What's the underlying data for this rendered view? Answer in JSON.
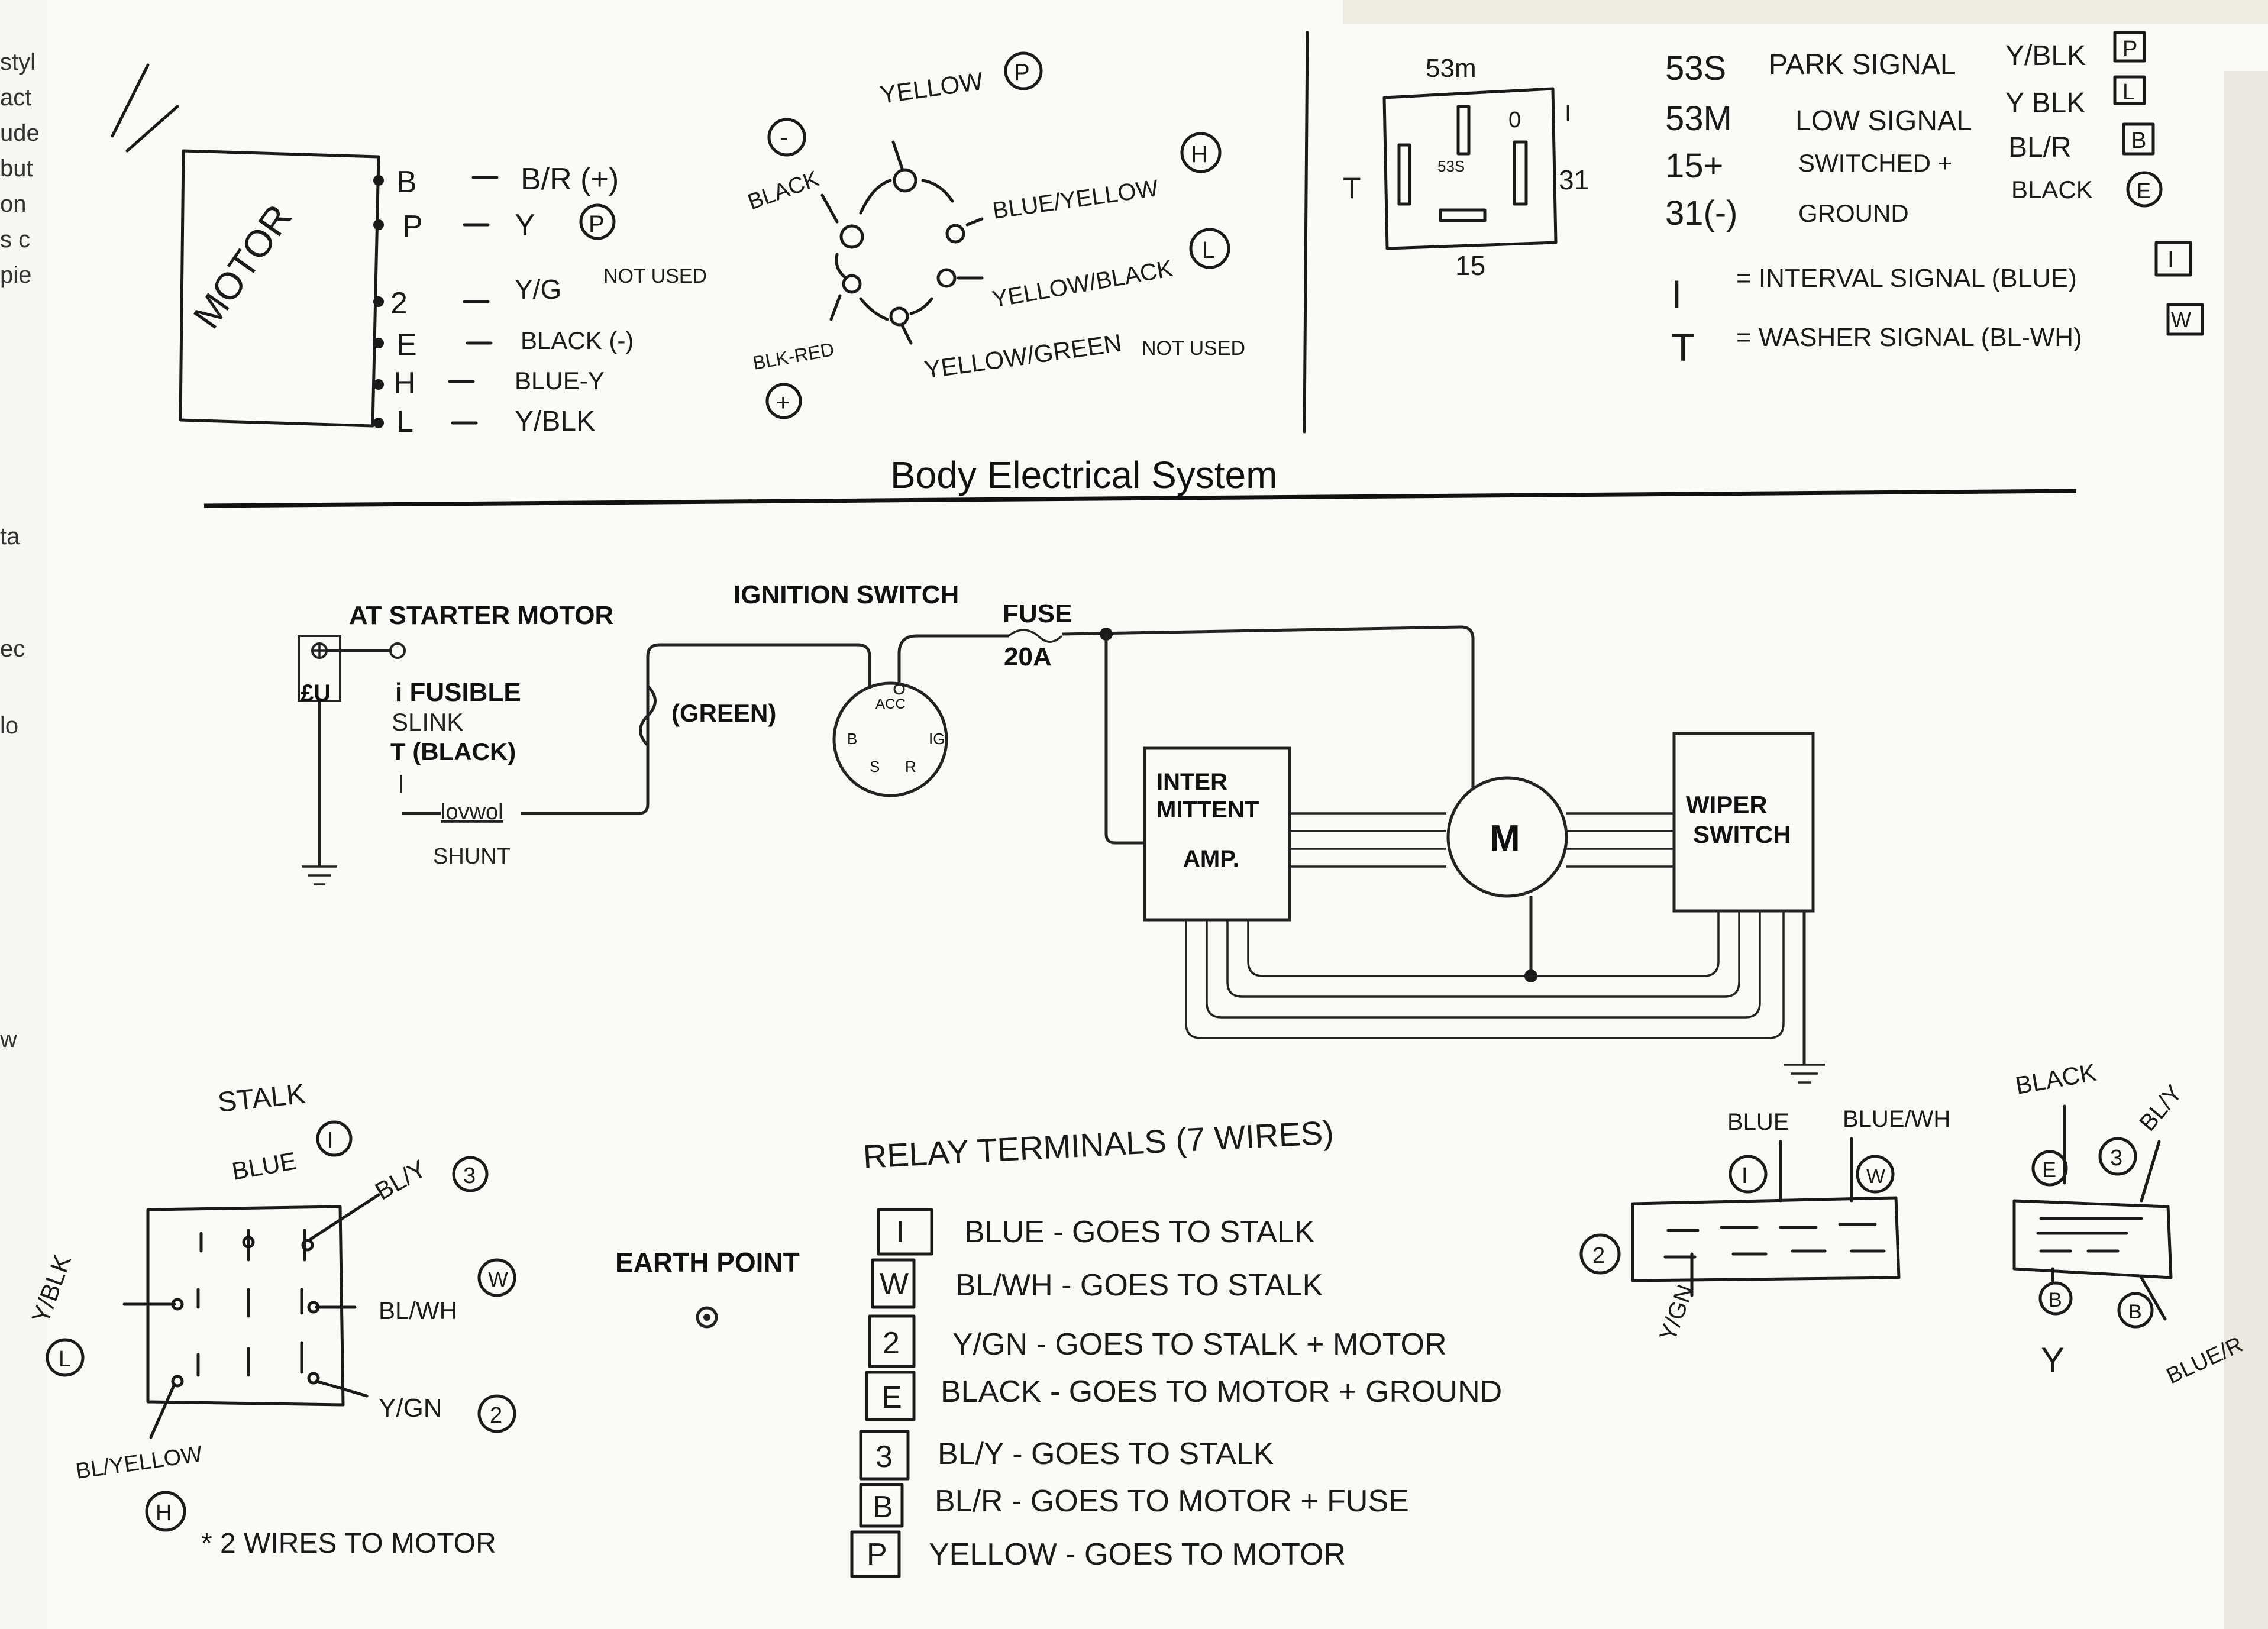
{
  "background_doc": {
    "fragments": [
      "styl",
      "act",
      "ude",
      "but",
      "on",
      "s c",
      "pie",
      "ta",
      "ec",
      "lo",
      "w"
    ]
  },
  "motor_diagram": {
    "label": "MOTOR",
    "pins": [
      {
        "pin": "B",
        "wire": "B/R (+)"
      },
      {
        "pin": "P",
        "wire": "Y",
        "circle": "P"
      },
      {
        "pin": "2",
        "wire": "Y/G",
        "note": "NOT USED"
      },
      {
        "pin": "E",
        "wire": "BLACK (-)"
      },
      {
        "pin": "H",
        "wire": "BLUE-Y"
      },
      {
        "pin": "L",
        "wire": "Y/BLK"
      }
    ]
  },
  "connector_diagram": {
    "top": "YELLOW",
    "top_circle": "P",
    "minus": "-",
    "black": "BLACK",
    "blue_yellow": "BLUE/YELLOW",
    "blue_yellow_circle": "H",
    "yellow_black": "YELLOW/BLACK",
    "yellow_black_circle": "L",
    "blk_red": "BLK-RED",
    "plus": "+",
    "yellow_green": "YELLOW/GREEN",
    "yg_note": "NOT USED"
  },
  "relay_diagram": {
    "top": "53m",
    "right_top": "I",
    "right": "31",
    "left": "T",
    "bottom": "15",
    "center": "53S",
    "mid": "0"
  },
  "relay_legend": [
    {
      "code": "53S",
      "desc": "PARK SIGNAL",
      "color": "Y/BLK",
      "box": "P"
    },
    {
      "code": "53M",
      "desc": "LOW SIGNAL",
      "color": "Y BLK",
      "box": "L"
    },
    {
      "code": "15+",
      "desc": "SWITCHED +",
      "color": "BL/R",
      "box": "B"
    },
    {
      "code": "31(-)",
      "desc": "GROUND",
      "color": "BLACK",
      "box": "E"
    },
    {
      "code": "I",
      "desc": "= INTERVAL SIGNAL (BLUE)",
      "color": "",
      "box": "I"
    },
    {
      "code": "T",
      "desc": "= WASHER SIGNAL (BL-WH)",
      "color": "",
      "box": "W"
    }
  ],
  "title": "Body Electrical System",
  "schematic": {
    "starter": "AT STARTER MOTOR",
    "eu": "£U",
    "fusible_1": "i FUSIBLE",
    "fusible_2": "SLINK",
    "fusible_3": "T (BLACK)",
    "fusible_sym": "lovwol",
    "shunt": "SHUNT",
    "ignition": "IGNITION  SWITCH",
    "green": "(GREEN)",
    "acc": "ACC",
    "b": "B",
    "ig": "IG",
    "s": "S",
    "r": "R",
    "fuse": "FUSE",
    "fuse_val": "20A",
    "amp_1": "INTER",
    "amp_2": "MITTENT",
    "amp_3": "AMP.",
    "motor": "M",
    "wiper_1": "WIPER",
    "wiper_2": "SWITCH"
  },
  "stalk": {
    "title": "STALK",
    "title_circle": "I",
    "blue": "BLUE",
    "bly": "BL/Y",
    "bly_circle": "3",
    "blwh": "BL/WH",
    "blwh_circle": "W",
    "ygn": "Y/GN",
    "ygn_circle": "2",
    "yblk": "Y/BLK",
    "yblk_circle": "L",
    "blyellow": "BL/YELLOW",
    "blyellow_circle": "H"
  },
  "two_wires": "* 2 WIRES TO MOTOR",
  "earth_point": "EARTH POINT",
  "relay_terminals": {
    "title": "RELAY TERMINALS (7 WIRES)",
    "rows": [
      {
        "box": "I",
        "text": "BLUE - GOES TO STALK"
      },
      {
        "box": "W",
        "text": "BL/WH - GOES TO STALK"
      },
      {
        "box": "2",
        "text": "Y/GN - GOES TO STALK + MOTOR"
      },
      {
        "box": "E",
        "text": "BLACK - GOES TO MOTOR + GROUND"
      },
      {
        "box": "3",
        "text": "BL/Y - GOES TO STALK"
      },
      {
        "box": "B",
        "text": "BL/R - GOES TO MOTOR + FUSE"
      },
      {
        "box": "P",
        "text": "YELLOW - GOES TO MOTOR"
      }
    ]
  },
  "plug_a": {
    "blue": "BLUE",
    "blue_circle": "I",
    "blue_wh": "BLUE/WH",
    "blue_wh_circle": "W",
    "left_circle": "2",
    "ygn": "Y/GN"
  },
  "plug_b": {
    "black": "BLACK",
    "bly": "BL/Y",
    "e": "E",
    "three": "3",
    "b1": "B",
    "b2": "B",
    "y": "Y",
    "blue_r": "BLUE/R"
  }
}
